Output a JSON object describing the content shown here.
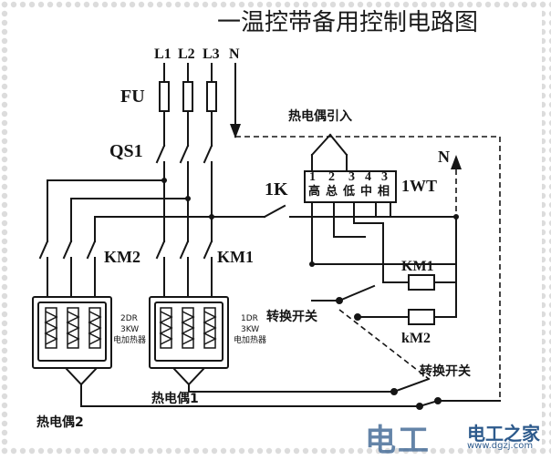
{
  "title": "一温控带备用控制电路图",
  "labels": {
    "l1": "L1",
    "l2": "L2",
    "l3": "L3",
    "n_top": "N",
    "fu": "FU",
    "qs1": "QS1",
    "thermocouple_in": "热电偶引入",
    "n_right": "N",
    "switch_1k": "1K",
    "t1": "1",
    "t2": "2",
    "t3": "3",
    "t4": "4",
    "t5": "3",
    "t_high": "高",
    "t_total": "总",
    "t_low": "低",
    "t_mid": "中",
    "t_phase": "相",
    "instrument": "1WT",
    "km2": "KM2",
    "km1": "KM1",
    "coil_km1": "KM1",
    "coil_km2": "kM2",
    "changeover_1": "转换开关",
    "changeover_2": "转换开关",
    "heater2_l1": "2DR",
    "heater2_l2": "3KW",
    "heater2_l3": "电加热器",
    "heater1_l1": "1DR",
    "heater1_l2": "3KW",
    "heater1_l3": "电加热器",
    "tc1": "热电偶1",
    "tc2": "热电偶2"
  },
  "watermark": {
    "big": "电工",
    "logo": "电工之家",
    "url": "www.dgzj.com"
  },
  "colors": {
    "ink": "#151515",
    "watermark": "#2d5a8c"
  }
}
